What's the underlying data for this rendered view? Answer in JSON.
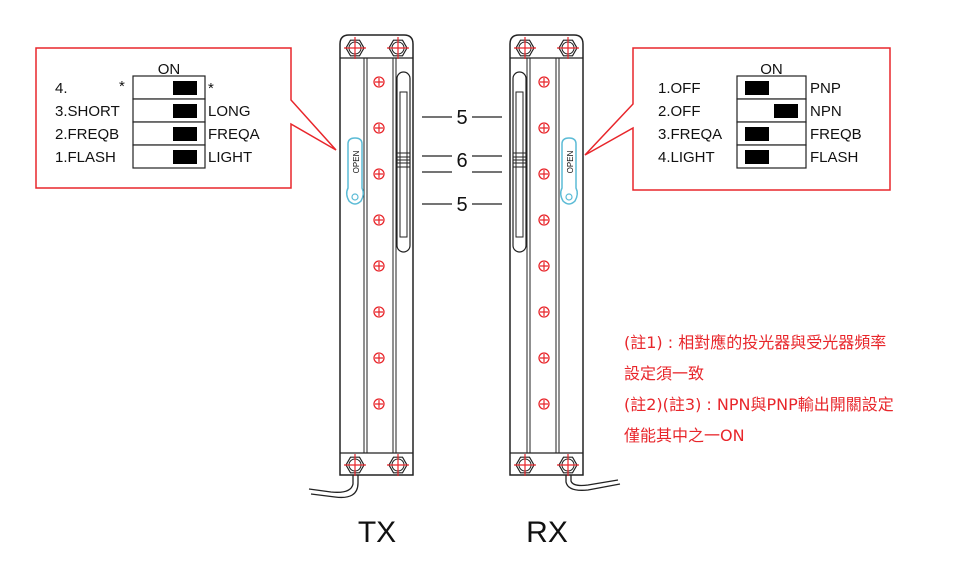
{
  "colors": {
    "callout": "#e8262b",
    "led": "#e8262b",
    "open_tab": "#5bbbd6",
    "line": "#222222"
  },
  "tx_panel": {
    "on_label": "ON",
    "rows": [
      {
        "left": "4.",
        "left_extra": "*",
        "right": "*",
        "knob": "on"
      },
      {
        "left": "3.SHORT",
        "right": "LONG",
        "knob": "on"
      },
      {
        "left": "2.FREQB",
        "right": "FREQA",
        "knob": "on"
      },
      {
        "left": "1.FLASH",
        "right": "LIGHT",
        "knob": "on"
      }
    ]
  },
  "rx_panel": {
    "on_label": "ON",
    "rows": [
      {
        "left": "1.OFF",
        "right": "PNP",
        "knob": "off"
      },
      {
        "left": "2.OFF",
        "right": "NPN",
        "knob": "on"
      },
      {
        "left": "3.FREQA",
        "right": "FREQB",
        "knob": "off"
      },
      {
        "left": "4.LIGHT",
        "right": "FLASH",
        "knob": "off"
      }
    ]
  },
  "open_label": "OPEN",
  "dimensions": {
    "top": "5",
    "middle": "6",
    "bottom": "5"
  },
  "labels": {
    "tx": "TX",
    "rx": "RX"
  },
  "notes": [
    "(註1) : 相對應的投光器與受光器頻率",
    "設定須一致",
    "(註2)(註3) : NPN與PNP輸出開關設定",
    "僅能其中之一ON"
  ]
}
